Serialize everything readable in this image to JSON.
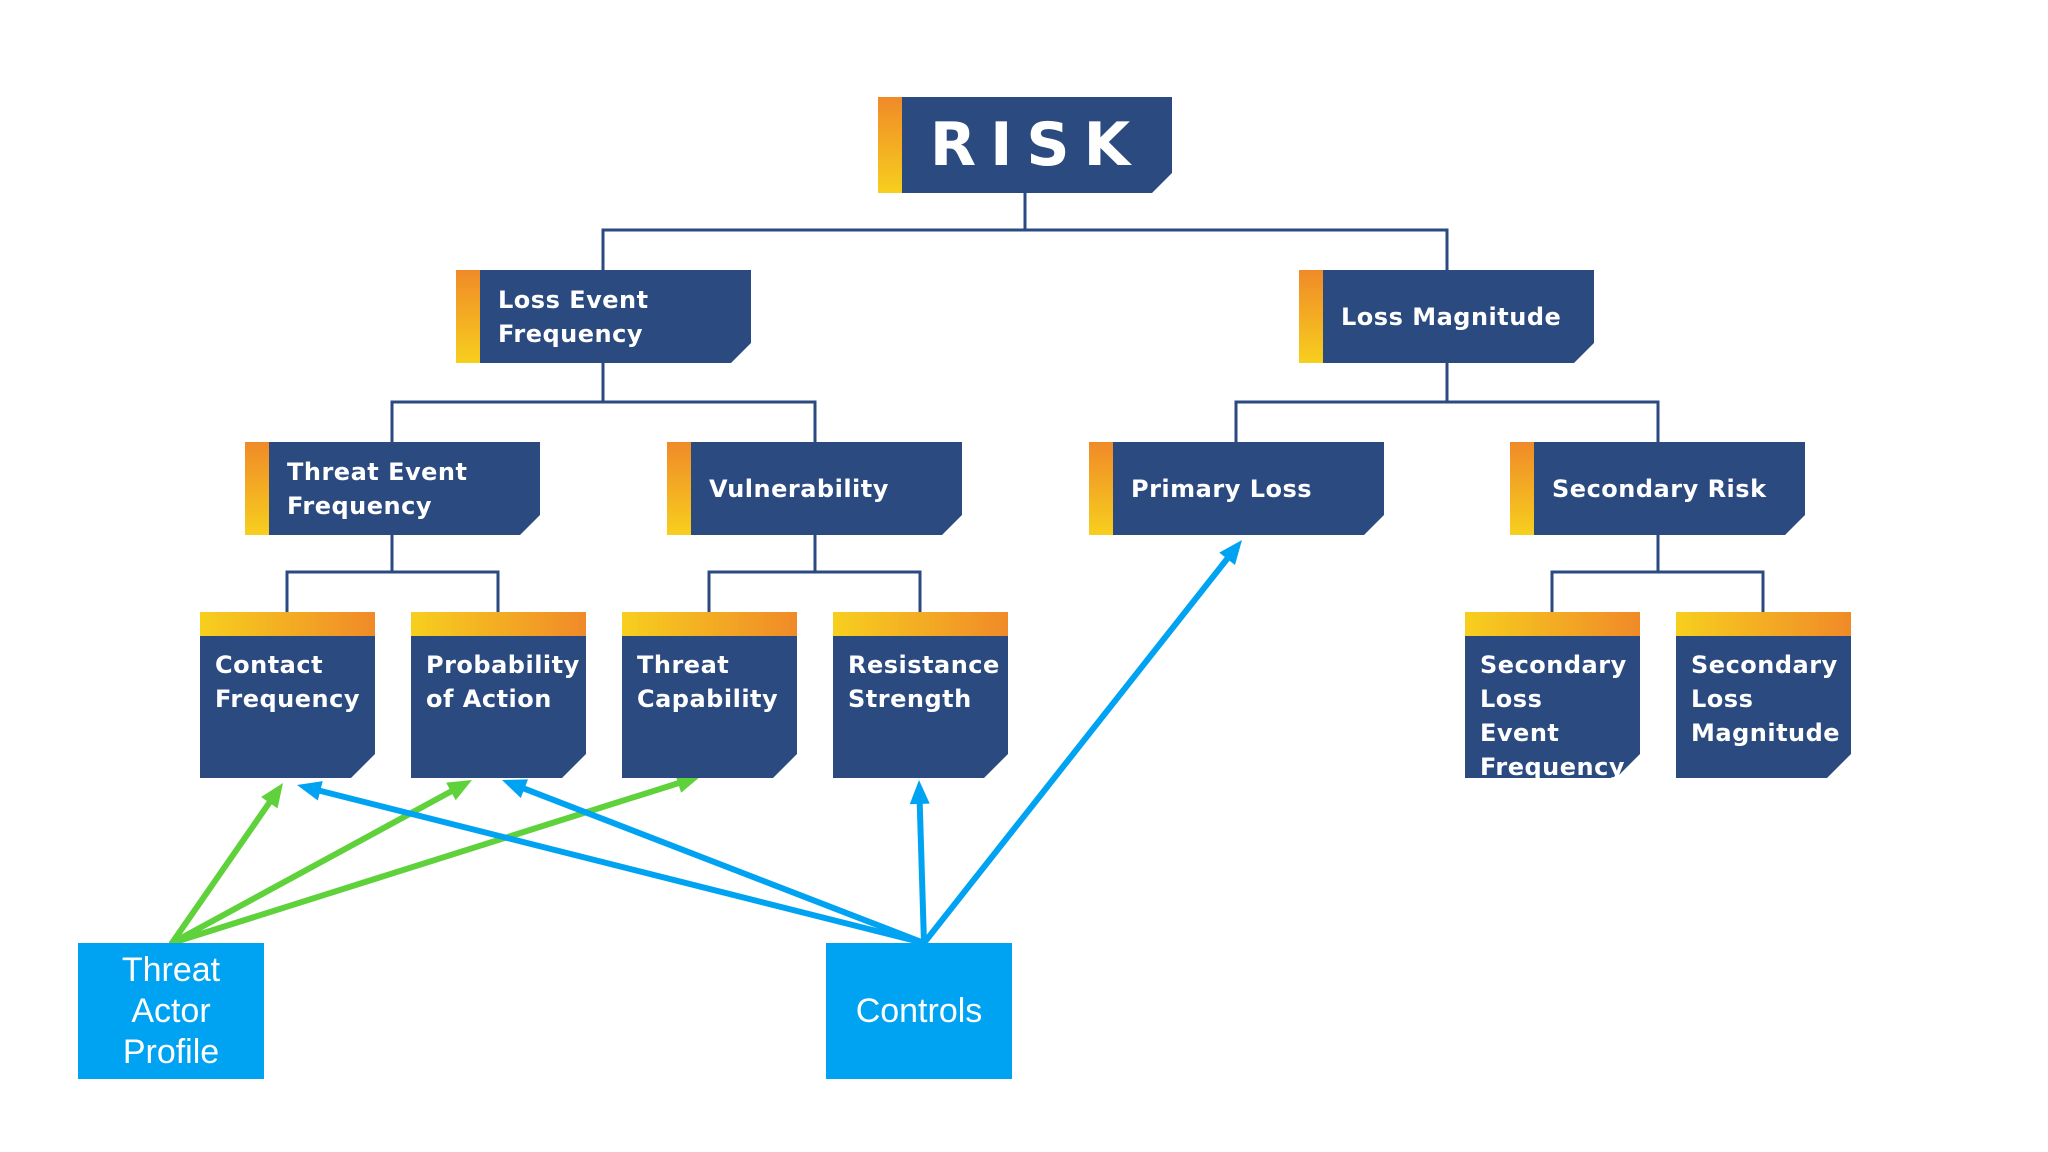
{
  "nodes": {
    "risk": "RISK",
    "loss_event_frequency": "Loss Event Frequency",
    "loss_magnitude": "Loss Magnitude",
    "threat_event_frequency": "Threat Event Frequency",
    "vulnerability": "Vulnerability",
    "primary_loss": "Primary Loss",
    "secondary_risk": "Secondary Risk",
    "contact_frequency": "Contact Frequency",
    "probability_of_action": "Probability of Action",
    "threat_capability": "Threat Capability",
    "resistance_strength": "Resistance Strength",
    "secondary_loss_event_frequency": "Secondary Loss Event Frequency",
    "secondary_loss_magnitude": "Secondary Loss Magnitude"
  },
  "sources": {
    "threat_actor_profile": "Threat Actor Profile",
    "controls": "Controls"
  },
  "colors": {
    "box": "#2b4a80",
    "accent_orange": "#f08a28",
    "accent_yellow": "#f7cf1e",
    "connector": "#2b4a80",
    "threat_actor_arrow": "#5fd13a",
    "controls_arrow": "#00a3f2",
    "source_box": "#00a3f2"
  },
  "relations": {
    "tree": [
      [
        "risk",
        "loss_event_frequency"
      ],
      [
        "risk",
        "loss_magnitude"
      ],
      [
        "loss_event_frequency",
        "threat_event_frequency"
      ],
      [
        "loss_event_frequency",
        "vulnerability"
      ],
      [
        "loss_magnitude",
        "primary_loss"
      ],
      [
        "loss_magnitude",
        "secondary_risk"
      ],
      [
        "threat_event_frequency",
        "contact_frequency"
      ],
      [
        "threat_event_frequency",
        "probability_of_action"
      ],
      [
        "vulnerability",
        "threat_capability"
      ],
      [
        "vulnerability",
        "resistance_strength"
      ],
      [
        "secondary_risk",
        "secondary_loss_event_frequency"
      ],
      [
        "secondary_risk",
        "secondary_loss_magnitude"
      ]
    ],
    "threat_actor_profile_arrows_to": [
      "contact_frequency",
      "probability_of_action",
      "threat_capability"
    ],
    "controls_arrows_to": [
      "contact_frequency",
      "probability_of_action",
      "resistance_strength",
      "primary_loss"
    ]
  }
}
